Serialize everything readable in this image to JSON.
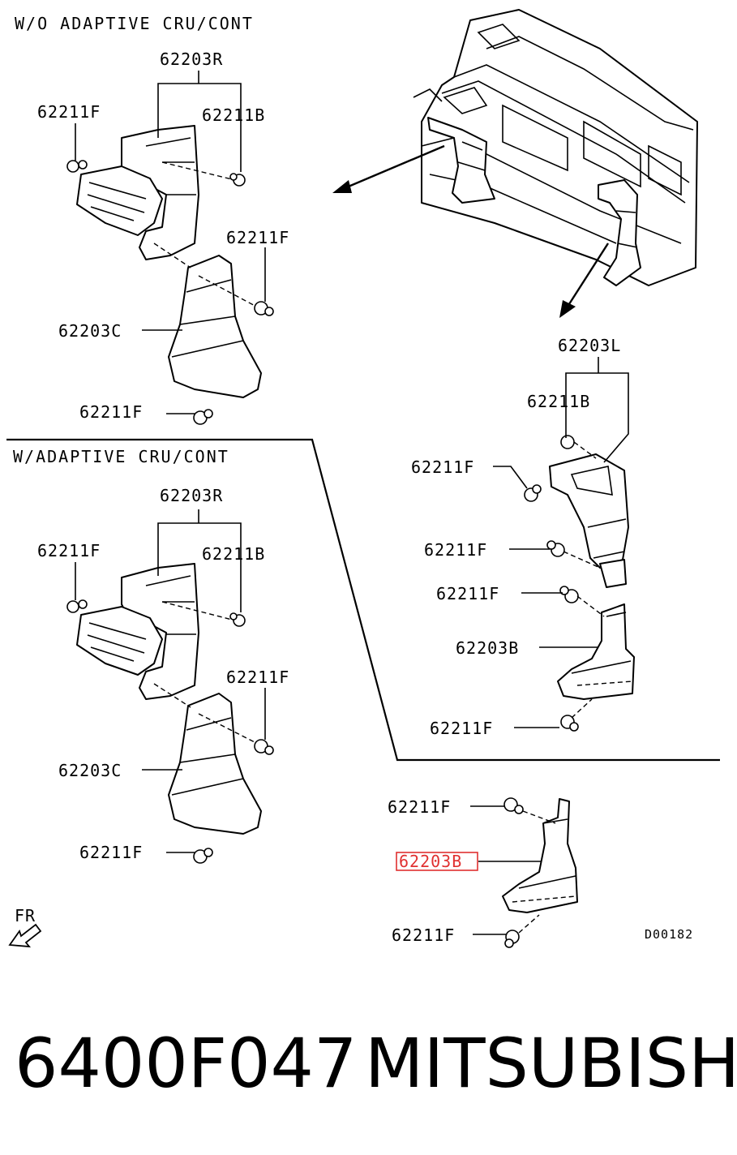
{
  "sections": {
    "wo_adaptive": "W/O ADAPTIVE CRU/CONT",
    "w_adaptive": "W/ADAPTIVE CRU/CONT"
  },
  "callouts": {
    "top_left": {
      "bracket": "62203R",
      "clip_left": "62211F",
      "clip_right": "62211B",
      "clip_mid": "62211F",
      "duct": "62203C",
      "clip_bottom": "62211F"
    },
    "mid_left": {
      "bracket": "62203R",
      "clip_left": "62211F",
      "clip_right": "62211B",
      "clip_mid": "62211F",
      "duct": "62203C",
      "clip_bottom": "62211F"
    },
    "right": {
      "bracket": "62203L",
      "clip_top": "62211B",
      "clip_1": "62211F",
      "clip_2": "62211F",
      "clip_3": "62211F",
      "duct": "62203B",
      "clip_bottom": "62211F"
    },
    "bottom_right": {
      "clip_top": "62211F",
      "duct_highlighted": "62203B",
      "clip_bottom": "62211F"
    }
  },
  "direction_label": "FR",
  "drawing_code": "D00182",
  "footer": {
    "part_number": "6400F047",
    "brand": "MITSUBISHI"
  },
  "highlight_color": "#e03030"
}
